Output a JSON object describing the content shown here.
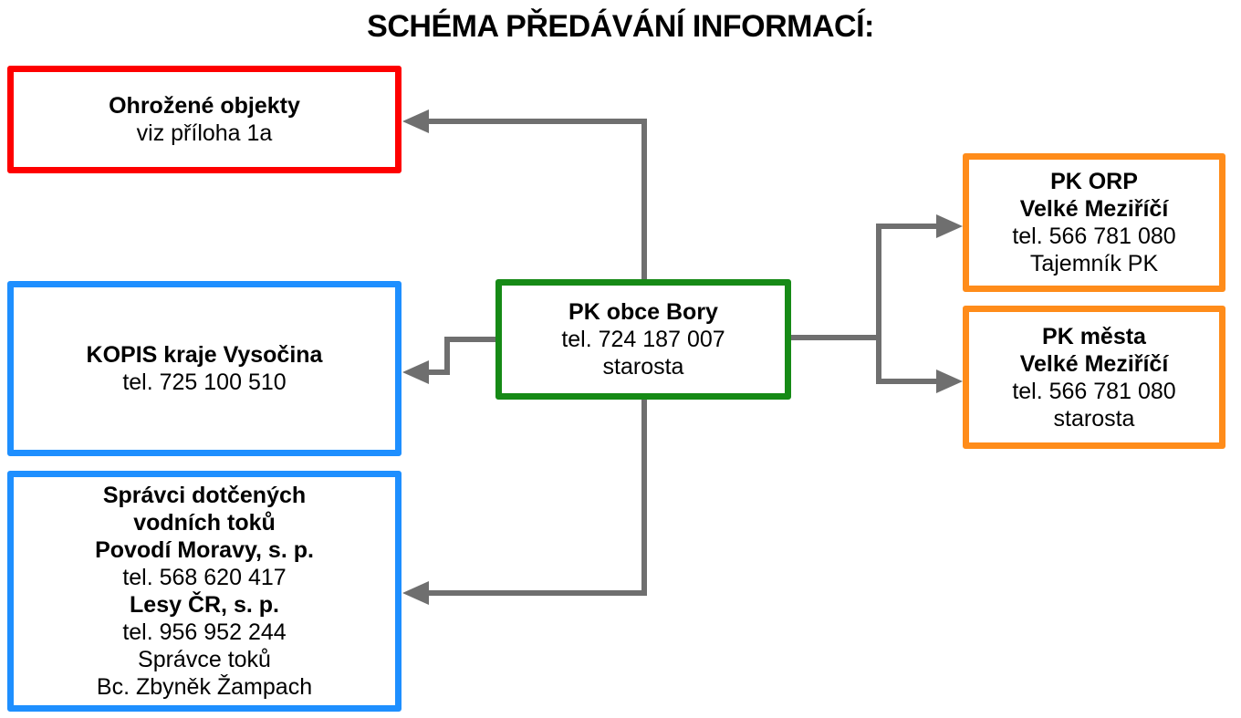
{
  "title": "SCHÉMA PŘEDÁVÁNÍ INFORMACÍ:",
  "colors": {
    "red_border": "#fe0000",
    "blue_border": "#1e8fff",
    "green_border": "#168a16",
    "orange_border": "#ff8c1a",
    "arrow_gray": "#6f6f6f",
    "text": "#000000",
    "background": "#ffffff"
  },
  "boxes": {
    "ohrozene": {
      "lines": [
        "Ohrožené objekty",
        "viz příloha 1a"
      ]
    },
    "kopis": {
      "lines": [
        "KOPIS kraje Vysočina",
        "tel. 725 100 510"
      ]
    },
    "spravci": {
      "lines": [
        "Správci dotčených",
        "vodních toků",
        "Povodí Moravy, s. p.",
        "tel. 568 620 417",
        "Lesy ČR, s. p.",
        "tel. 956 952 244",
        "Správce toků",
        "Bc. Zbyněk Žampach"
      ]
    },
    "pk_obce": {
      "lines": [
        "PK obce Bory",
        "tel. 724 187 007",
        "starosta"
      ]
    },
    "pk_orp": {
      "lines": [
        "PK ORP",
        "Velké Meziříčí",
        "tel. 566 781 080",
        "Tajemník PK"
      ]
    },
    "pk_mesta": {
      "lines": [
        "PK města",
        "Velké Meziříčí",
        "tel. 566 781 080",
        "starosta"
      ]
    }
  }
}
